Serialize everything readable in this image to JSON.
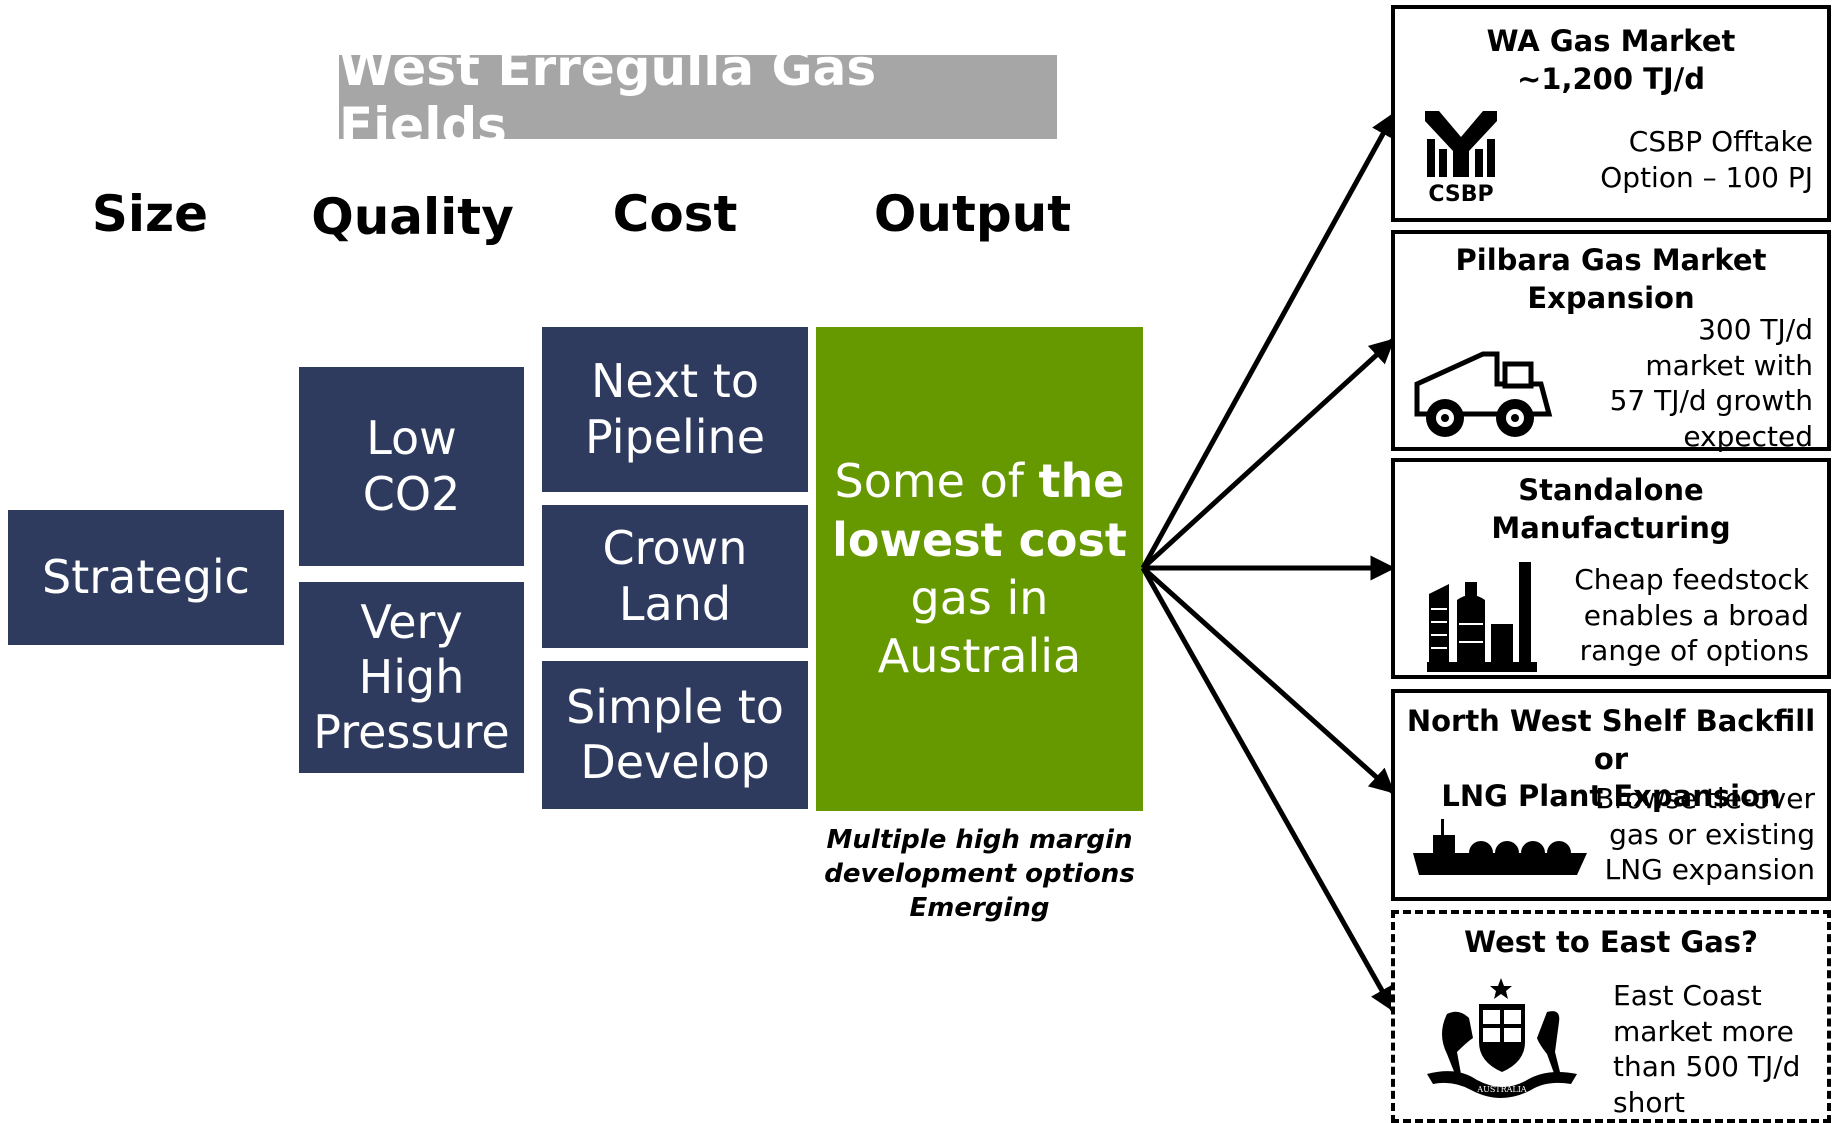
{
  "title": "West Erregulla Gas Fields",
  "headers": {
    "size": "Size",
    "quality": "Quality",
    "cost": "Cost",
    "output": "Output"
  },
  "size": {
    "line1": "Strategic"
  },
  "quality": {
    "low_co2": [
      "Low",
      "CO2"
    ],
    "pressure": [
      "Very",
      "High",
      "Pressure"
    ]
  },
  "cost": {
    "pipeline": [
      "Next to",
      "Pipeline"
    ],
    "crown": [
      "Crown",
      "Land"
    ],
    "simple": [
      "Simple to",
      "Develop"
    ]
  },
  "output": {
    "text_a": "Some of ",
    "text_b": "the",
    "text_c": "lowest cost",
    "text_d": "gas in",
    "text_e": "Australia",
    "note": [
      "Multiple high margin",
      "development options",
      "Emerging"
    ]
  },
  "markets": {
    "wa": {
      "title1": "WA Gas Market",
      "title2": "~1,200 TJ/d",
      "logo": "CSBP",
      "body": [
        "CSBP Offtake",
        "Option – 100 PJ"
      ],
      "icon": "csbp-logo"
    },
    "pilbara": {
      "title1": "Pilbara Gas Market",
      "title2": "Expansion",
      "body": [
        "300 TJ/d",
        "market with",
        "57 TJ/d growth",
        "expected"
      ],
      "icon": "mining-truck-icon"
    },
    "standalone": {
      "title1": "Standalone",
      "title2": "Manufacturing",
      "body": [
        "Cheap feedstock",
        "enables a broad",
        "range of options"
      ],
      "icon": "factory-icon"
    },
    "nws": {
      "title1": "North West Shelf Backfill or",
      "title2": "LNG Plant Expansion",
      "body": [
        "Browse tie-over",
        "gas or existing",
        "LNG expansion"
      ],
      "icon": "lng-tanker-icon"
    },
    "east": {
      "title1": "West to East Gas?",
      "body": [
        "East Coast",
        "market more",
        "than 500 TJ/d",
        "short"
      ],
      "crest_text": "AUSTRALIA",
      "icon": "coat-of-arms-icon"
    }
  },
  "colors": {
    "navy": "#2e3b5e",
    "green": "#669900",
    "title_bg": "#a6a6a6"
  }
}
